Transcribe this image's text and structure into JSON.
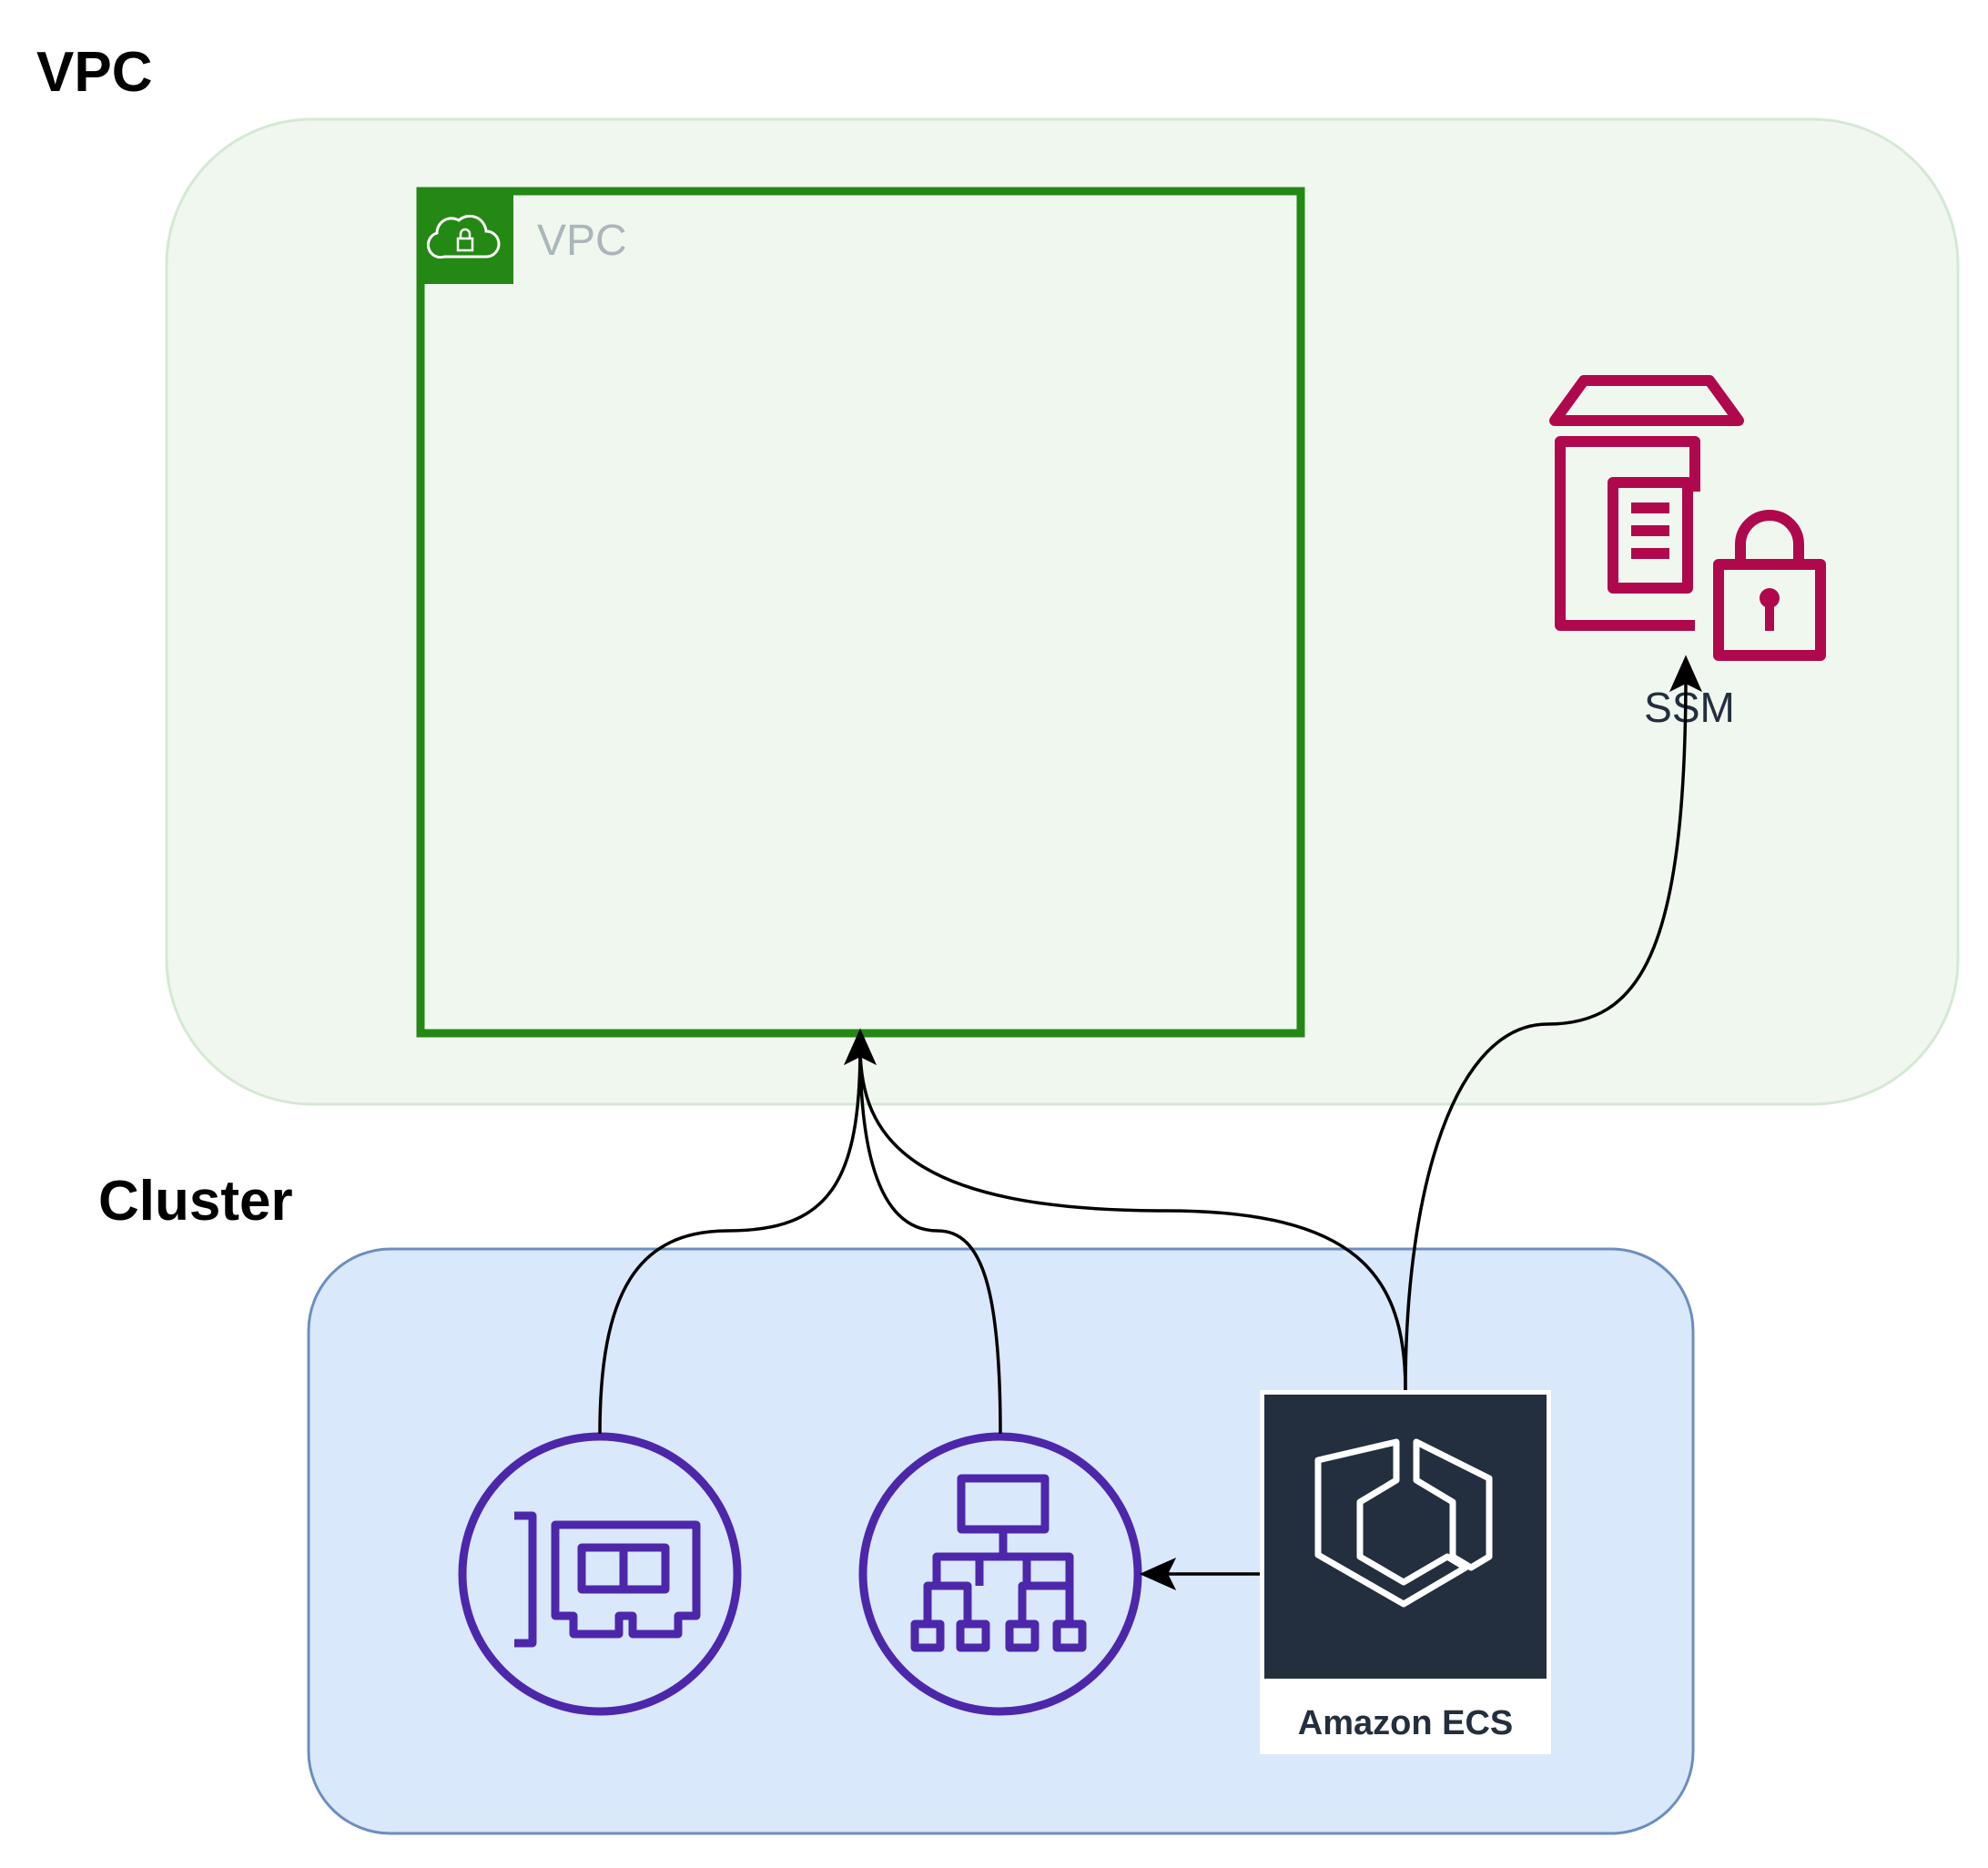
{
  "diagram": {
    "groups": [
      {
        "id": "vpc-region",
        "label": "VPC",
        "fill": "#f0f7ef",
        "stroke": "#d5e8d4"
      },
      {
        "id": "cluster-region",
        "label": "Cluster",
        "fill": "#dae8fc",
        "stroke": "#6c8ebf"
      }
    ],
    "vpc_container": {
      "label": "VPC",
      "stroke": "#248814",
      "icon": "vpc-cloud-lock-icon"
    },
    "nodes": [
      {
        "id": "ssm",
        "label": "SSM",
        "icon": "parameter-store-lock-icon",
        "color": "#b0084d"
      },
      {
        "id": "eni",
        "label": "",
        "icon": "network-interface-icon",
        "color": "#4d27aa"
      },
      {
        "id": "load-balancer",
        "label": "",
        "icon": "load-balancer-icon",
        "color": "#4d27aa"
      },
      {
        "id": "ecs",
        "label": "Amazon ECS",
        "icon": "ecs-hexagon-icon",
        "color": "#232f3e"
      }
    ],
    "edges": [
      {
        "from": "eni",
        "to": "vpc"
      },
      {
        "from": "load-balancer",
        "to": "vpc"
      },
      {
        "from": "ecs",
        "to": "vpc"
      },
      {
        "from": "ecs",
        "to": "ssm"
      },
      {
        "from": "ecs",
        "to": "load-balancer"
      }
    ]
  }
}
